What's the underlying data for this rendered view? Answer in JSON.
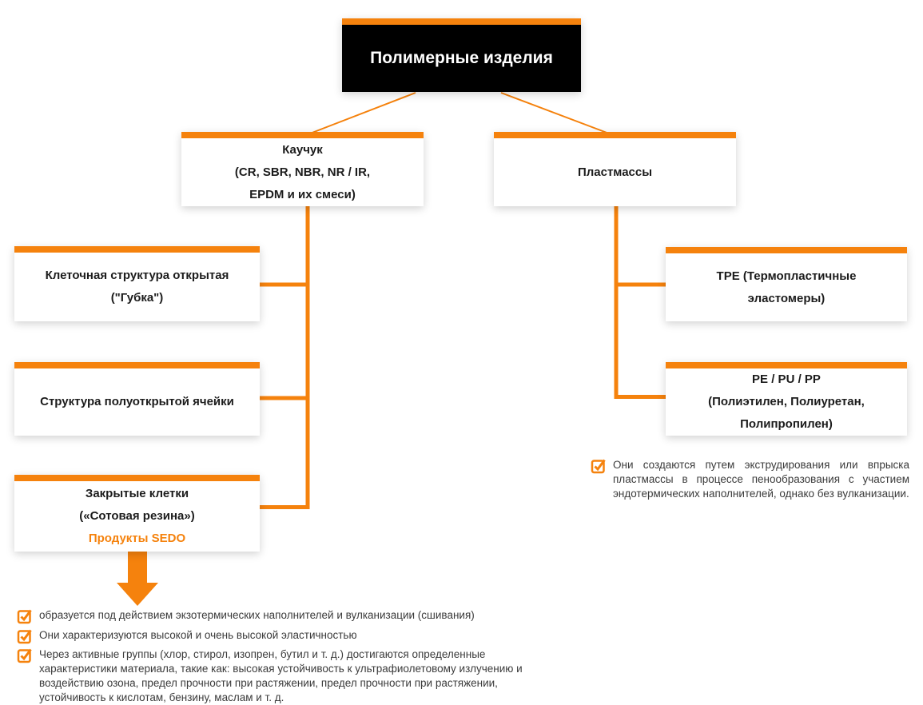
{
  "colors": {
    "accent": "#F5820D",
    "root_box_bg": "#000000",
    "root_box_text": "#FFFFFF",
    "box_text": "#1C1C1C",
    "note_text": "#3B3B3B"
  },
  "icons": {
    "note_bullet": "checkbox-checked-icon",
    "flow_arrow": "down-arrow-icon"
  },
  "root": {
    "title": "Полимерные изделия"
  },
  "rubber": {
    "title": "Каучук\n(CR, SBR, NBR, NR / IR,\nEPDM и их смеси)"
  },
  "plastics": {
    "title": "Пластмассы"
  },
  "rubber_children": [
    {
      "title": "Клеточная структура открытая\n(\"Губка\")"
    },
    {
      "title": "Структура полуоткрытой ячейки"
    },
    {
      "title": "Закрытые клетки\n(«Сотовая резина»)",
      "highlight": "Продукты SEDO"
    }
  ],
  "plastics_children": [
    {
      "title": "TPE (Термопластичные\nэластомеры)"
    },
    {
      "title": "PE / PU / PP\n(Полиэтилен, Полиуретан,\nПолипропилен)"
    }
  ],
  "plastics_note": {
    "text": "Они создаются путем экструдирования или впрыска пластмассы в процессе пенообразования с участием эндотермических наполнителей, однако без вулканизации."
  },
  "rubber_notes": [
    {
      "text": "образуется под действием экзотермических наполнителей и вулканизации (сшивания)"
    },
    {
      "text": "Они характеризуются высокой и очень высокой эластичностью"
    },
    {
      "text": "Через активные группы (хлор, стирол, изопрен, бутил и т. д.) достигаются определенные характеристики материала, такие как: высокая устойчивость к ультрафиолетовому излучению и воздействию озона, предел прочности при растяжении, предел прочности при растяжении, устойчивость к кислотам, бензину, маслам и т. д."
    }
  ]
}
